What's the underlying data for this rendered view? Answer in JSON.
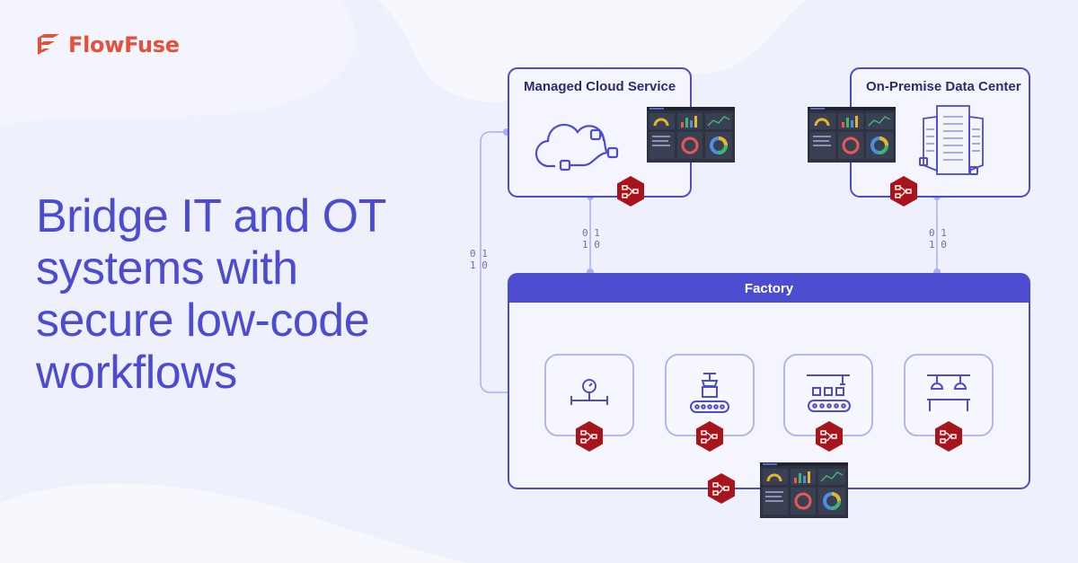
{
  "brand": {
    "name": "FlowFuse",
    "color": "#e2523a"
  },
  "headline": {
    "lines": [
      "Bridge IT and OT",
      "systems with",
      "secure low-code",
      "workflows"
    ],
    "color": "#4c4cd0"
  },
  "diagram": {
    "cloud_box": {
      "title": "Managed Cloud Service"
    },
    "onprem_box": {
      "title": "On-Premise Data Center"
    },
    "factory_box": {
      "title": "Factory"
    },
    "bit_label": {
      "top": "0 1",
      "bottom": "1 0"
    },
    "devices": [
      {
        "icon": "pressure-gauge-icon"
      },
      {
        "icon": "robot-conveyor-icon"
      },
      {
        "icon": "assembly-line-icon"
      },
      {
        "icon": "gantry-press-icon"
      }
    ],
    "colors": {
      "accent": "#4c4cd0",
      "line": "#a9b0f0",
      "node_red": "#a8141c",
      "dashboard": "#2e3341"
    }
  }
}
